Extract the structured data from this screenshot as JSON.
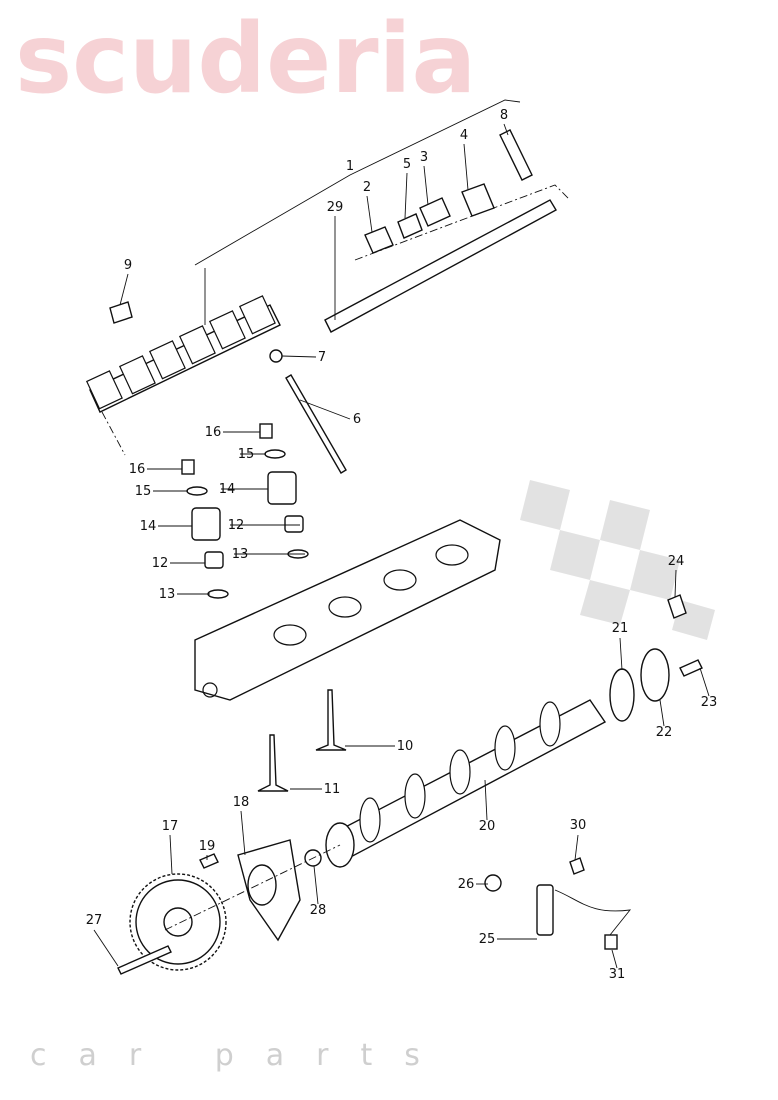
{
  "watermark": {
    "brand": "scuderia",
    "sub": "car parts",
    "brand_color": "#f4c4c8"
  },
  "callouts": [
    "1",
    "2",
    "3",
    "4",
    "5",
    "6",
    "7",
    "8",
    "9",
    "10",
    "11",
    "12",
    "12",
    "13",
    "13",
    "14",
    "14",
    "15",
    "15",
    "16",
    "16",
    "17",
    "18",
    "19",
    "20",
    "21",
    "22",
    "23",
    "24",
    "25",
    "26",
    "27",
    "28",
    "29",
    "30",
    "31"
  ]
}
